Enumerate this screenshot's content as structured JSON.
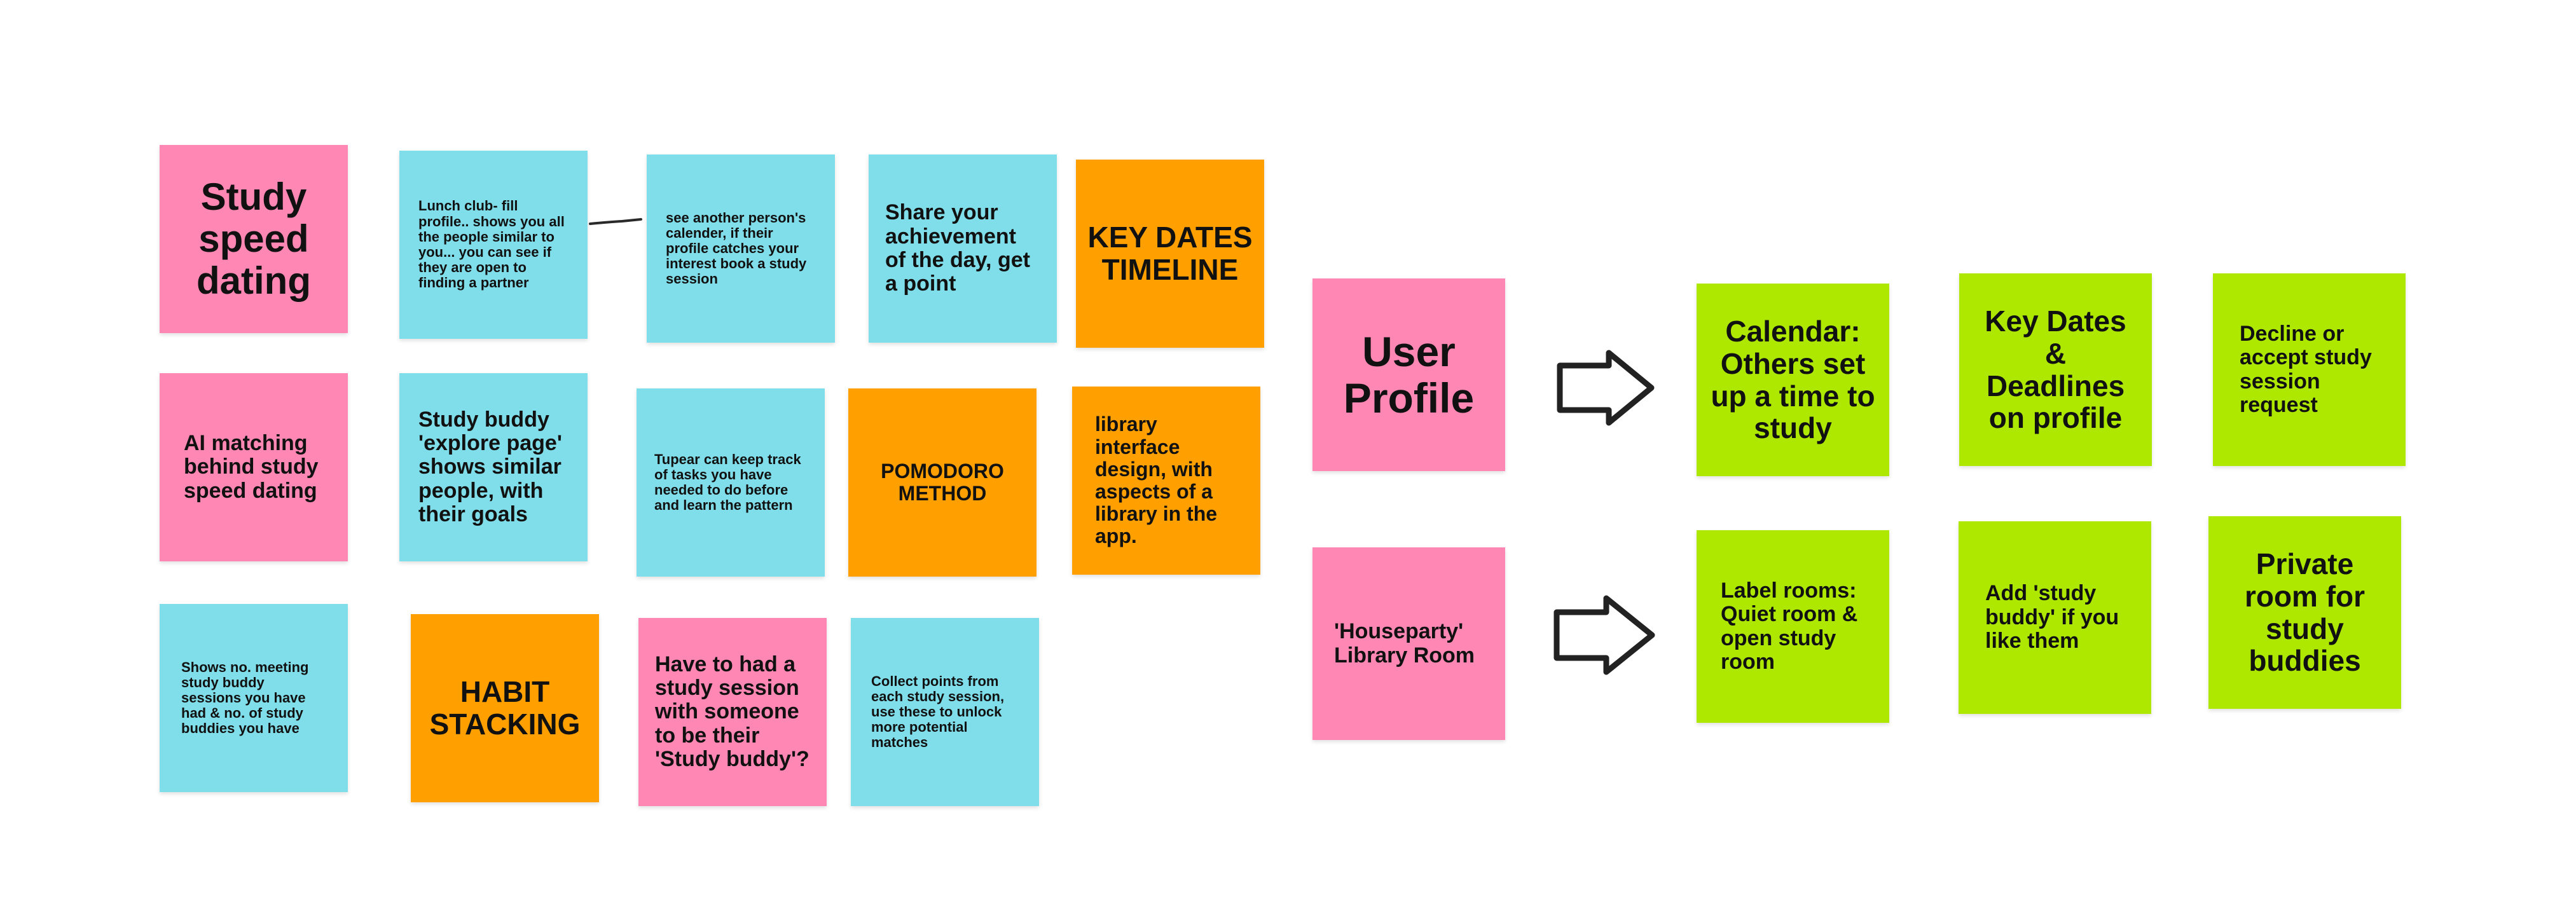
{
  "colors": {
    "pink": "#ff87b3",
    "cyan": "#80deea",
    "orange": "#ffa000",
    "green": "#aee800",
    "background": "#ffffff",
    "arrow": "#222222"
  },
  "notes": {
    "study_speed_dating": "Study speed dating",
    "lunch_club": "Lunch club- fill profile.. shows you all the people similar to you... you can see if they are open to finding a partner",
    "see_calendar": "see another person's calender, if their profile catches your interest book a study session",
    "share_achievement": "Share your achievement of the day, get a point",
    "key_dates_timeline": "KEY DATES TIMELINE",
    "ai_matching": "AI matching behind study speed dating",
    "explore_page": "Study buddy 'explore page' shows similar people, with their goals",
    "tupear": "Tupear can keep track of tasks you have needed to do before and learn the pattern",
    "pomodoro": "POMODORO METHOD",
    "library_interface": "library interface design, with aspects of a library in the app.",
    "shows_meetings": "Shows no. meeting study buddy sessions you have had & no. of study buddies you have",
    "habit_stacking": "HABIT STACKING",
    "have_to_had": "Have to had a study session with someone to be their 'Study buddy'?",
    "collect_points": "Collect points from each study session, use these to unlock more potential matches",
    "user_profile": "User Profile",
    "houseparty": "'Houseparty' Library Room",
    "calendar_others": "Calendar: Others set up a time to study",
    "key_dates_deadlines": "Key Dates & Deadlines on profile",
    "decline_accept": "Decline or accept study session request",
    "label_rooms": "Label rooms: Quiet room & open study room",
    "add_study_buddy": "Add 'study buddy' if you like them",
    "private_room": "Private room for study buddies"
  }
}
